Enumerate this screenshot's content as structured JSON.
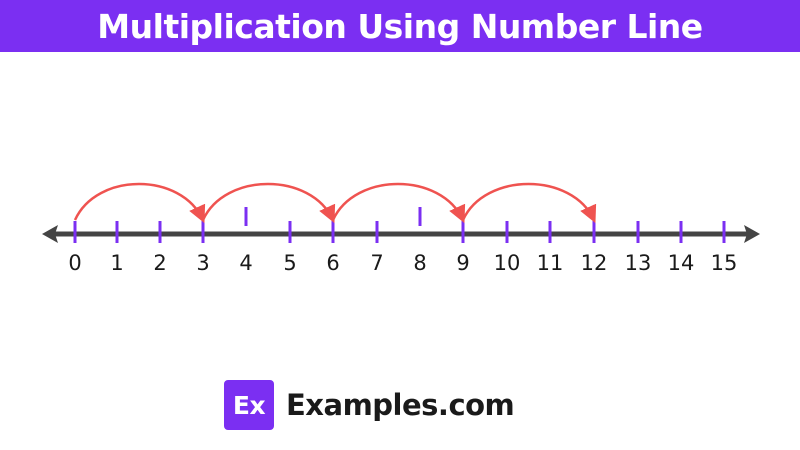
{
  "title": "Multiplication Using Number Line",
  "number_line": {
    "labels": [
      "0",
      "1",
      "2",
      "3",
      "4",
      "5",
      "6",
      "7",
      "8",
      "9",
      "10",
      "11",
      "12",
      "13",
      "14",
      "15"
    ],
    "tall_ticks": [
      "4",
      "8"
    ],
    "jumps": [
      {
        "from": 0,
        "to": 3
      },
      {
        "from": 3,
        "to": 6
      },
      {
        "from": 6,
        "to": 9
      },
      {
        "from": 9,
        "to": 12
      }
    ]
  },
  "brand": {
    "badge": "Ex",
    "name": "Examples.com"
  },
  "colors": {
    "title_bar": "#7b2ff2",
    "line": "#444444",
    "tick": "#7b2ff2",
    "arc": "#ef5350",
    "label": "#1a1a1a"
  }
}
